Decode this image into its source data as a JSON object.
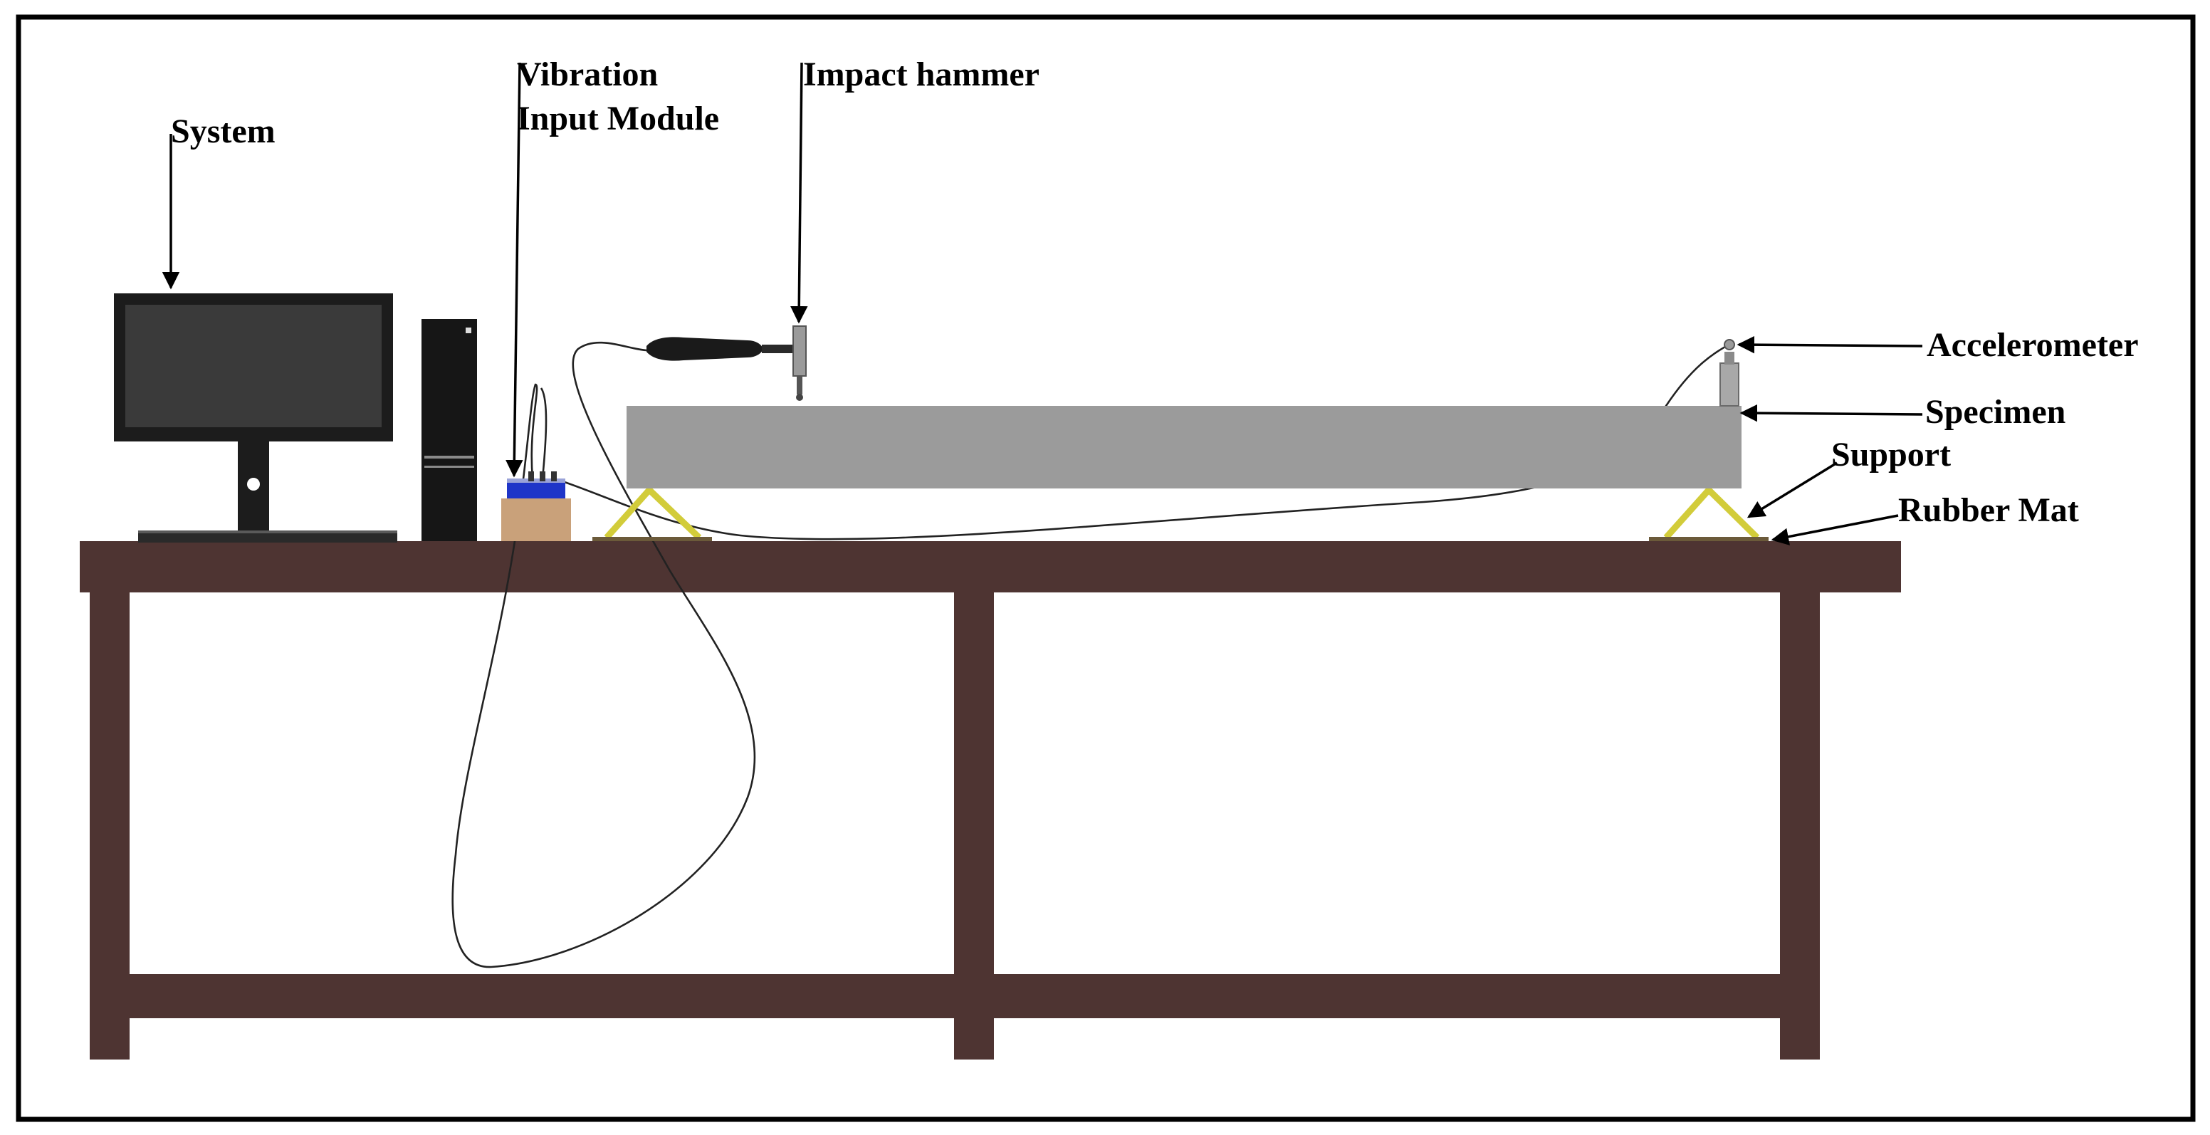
{
  "labels": {
    "system": "System",
    "vibration_line1": "Vibration",
    "vibration_line2": "Input Module",
    "impact_hammer": "Impact hammer",
    "accelerometer": "Accelerometer",
    "specimen": "Specimen",
    "support": "Support",
    "rubber_mat": "Rubber Mat"
  },
  "colors": {
    "table": "#4e3432",
    "monitor": "#1c1c1c",
    "screen": "#3a3a3a",
    "tower": "#161616",
    "specimen": "#9b9b9b",
    "support": "#d2cc3a",
    "module_box": "#c9a17a",
    "module_top": "#1f35c8",
    "border": "#000000"
  },
  "icons": {
    "monitor": "monitor-icon",
    "tower": "cpu-tower-icon",
    "hammer": "impact-hammer-icon",
    "accelerometer": "accelerometer-icon"
  }
}
